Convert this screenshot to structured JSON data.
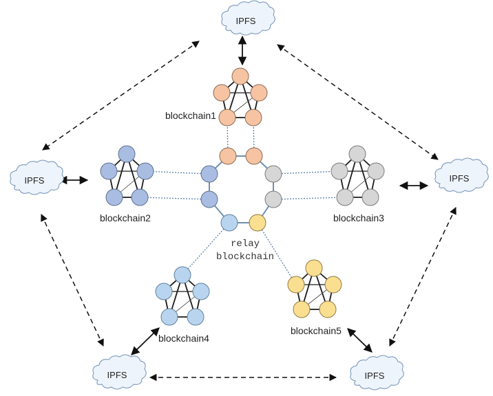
{
  "diagram": {
    "type": "blockchain-network",
    "relay": {
      "label_line1": "relay",
      "label_line2": "blockchain",
      "ring_color": "#6f8fae",
      "link_color": "#5b7fae"
    },
    "clusters": [
      {
        "id": "blockchain1",
        "label": "blockchain1",
        "fill": "#f6c4a3",
        "stroke": "#8a6a55"
      },
      {
        "id": "blockchain2",
        "label": "blockchain2",
        "fill": "#a9bde3",
        "stroke": "#5d6f8f"
      },
      {
        "id": "blockchain3",
        "label": "blockchain3",
        "fill": "#d6d6d6",
        "stroke": "#7a7a7a"
      },
      {
        "id": "blockchain4",
        "label": "blockchain4",
        "fill": "#b9d4ee",
        "stroke": "#5f7f9f"
      },
      {
        "id": "blockchain5",
        "label": "blockchain5",
        "fill": "#fbdf91",
        "stroke": "#8f7a3f"
      }
    ],
    "ipfs_nodes": [
      {
        "id": "ipfs-top",
        "label": "IPFS"
      },
      {
        "id": "ipfs-left",
        "label": "IPFS"
      },
      {
        "id": "ipfs-right",
        "label": "IPFS"
      },
      {
        "id": "ipfs-bottom-left",
        "label": "IPFS"
      },
      {
        "id": "ipfs-bottom-right",
        "label": "IPFS"
      }
    ],
    "ipfs_links": [
      {
        "from": "ipfs-top",
        "to": "ipfs-left",
        "style": "dashed"
      },
      {
        "from": "ipfs-top",
        "to": "ipfs-right",
        "style": "dashed"
      },
      {
        "from": "ipfs-left",
        "to": "ipfs-bottom-left",
        "style": "dashed"
      },
      {
        "from": "ipfs-right",
        "to": "ipfs-bottom-right",
        "style": "dashed"
      },
      {
        "from": "ipfs-bottom-left",
        "to": "ipfs-bottom-right",
        "style": "dashed"
      }
    ],
    "storage_links": [
      {
        "from": "blockchain1",
        "to": "ipfs-top",
        "style": "solid"
      },
      {
        "from": "blockchain2",
        "to": "ipfs-left",
        "style": "solid"
      },
      {
        "from": "blockchain3",
        "to": "ipfs-right",
        "style": "solid"
      },
      {
        "from": "blockchain4",
        "to": "ipfs-bottom-left",
        "style": "solid"
      },
      {
        "from": "blockchain5",
        "to": "ipfs-bottom-right",
        "style": "solid"
      }
    ],
    "colors": {
      "cloud_fill": "#eef4fb",
      "cloud_stroke": "#6f8fb5",
      "edge": "#1a1a1a",
      "arrow": "#111111"
    }
  }
}
